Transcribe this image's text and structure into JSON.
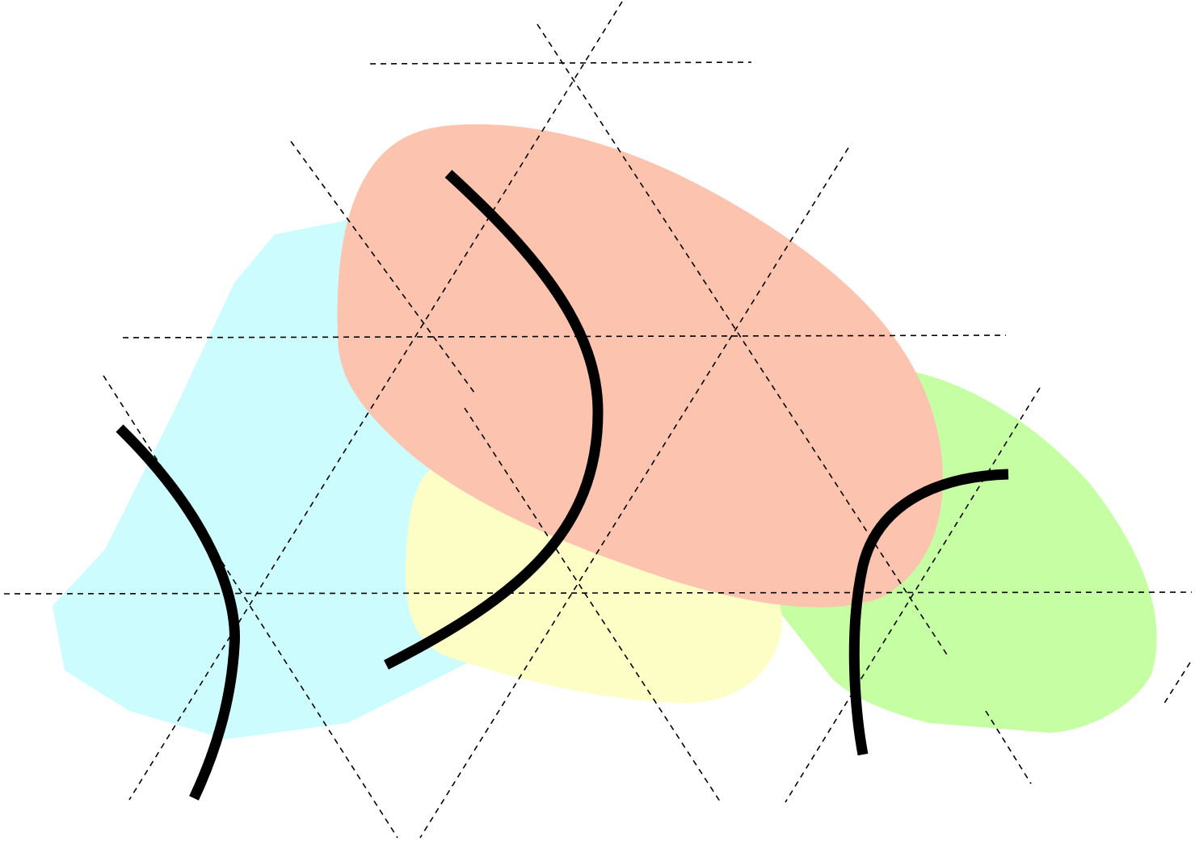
{
  "diagram": {
    "regions": [
      {
        "name": "cyan-region",
        "color": "#ccfcfe"
      },
      {
        "name": "salmon-region",
        "color": "#fcc3ae"
      },
      {
        "name": "yellow-region",
        "color": "#fdfdc6"
      },
      {
        "name": "green-region",
        "color": "#c5fea3"
      }
    ],
    "guide_line_style": "dashed",
    "guide_line_color": "#000000",
    "curve_color": "#000000"
  }
}
